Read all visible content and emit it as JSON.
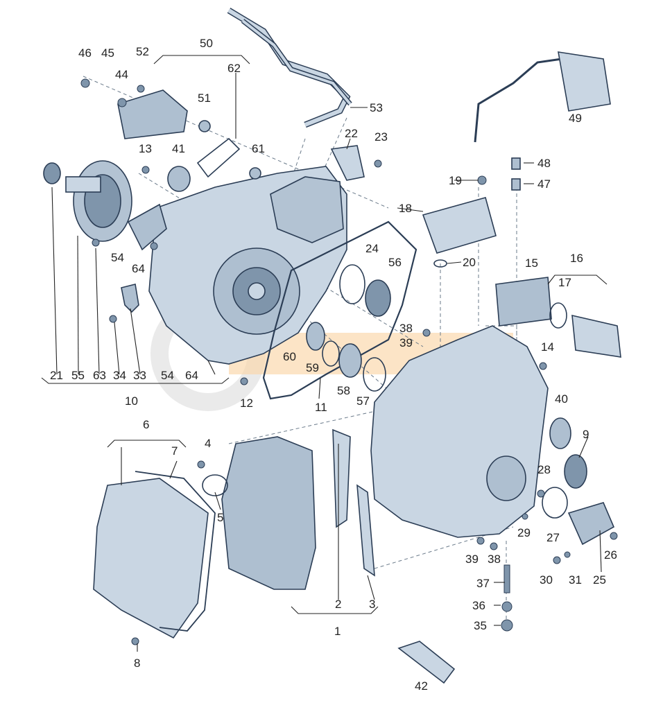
{
  "diagram": {
    "callouts": {
      "c1": "1",
      "c2": "2",
      "c3": "3",
      "c4": "4",
      "c5": "5",
      "c6": "6",
      "c7": "7",
      "c8": "8",
      "c9": "9",
      "c10": "10",
      "c11": "11",
      "c12": "12",
      "c13": "13",
      "c14": "14",
      "c15": "15",
      "c16": "16",
      "c17": "17",
      "c18": "18",
      "c19": "19",
      "c20": "20",
      "c21": "21",
      "c22": "22",
      "c23": "23",
      "c24": "24",
      "c25": "25",
      "c26": "26",
      "c27": "27",
      "c28": "28",
      "c29": "29",
      "c30": "30",
      "c31": "31",
      "c33": "33",
      "c34": "34",
      "c35": "35",
      "c36": "36",
      "c37": "37",
      "c38": "38",
      "c39": "39",
      "c40": "40",
      "c41": "41",
      "c42": "42",
      "c44": "44",
      "c45": "45",
      "c46": "46",
      "c47": "47",
      "c48": "48",
      "c49": "49",
      "c50": "50",
      "c51": "51",
      "c52": "52",
      "c53": "53",
      "c54": "54",
      "c55": "55",
      "c56": "56",
      "c57": "57",
      "c58": "58",
      "c59": "59",
      "c60": "60",
      "c61": "61",
      "c62": "62",
      "c63": "63",
      "c64": "64"
    },
    "bottom_row_left": [
      "21",
      "55",
      "63",
      "34",
      "33",
      "54",
      "64"
    ],
    "colors": {
      "part_fill": "#c9d6e3",
      "part_dark": "#7f95ab",
      "watermark": "#f6b96a",
      "watermark_grey": "#d9d9d9"
    }
  }
}
